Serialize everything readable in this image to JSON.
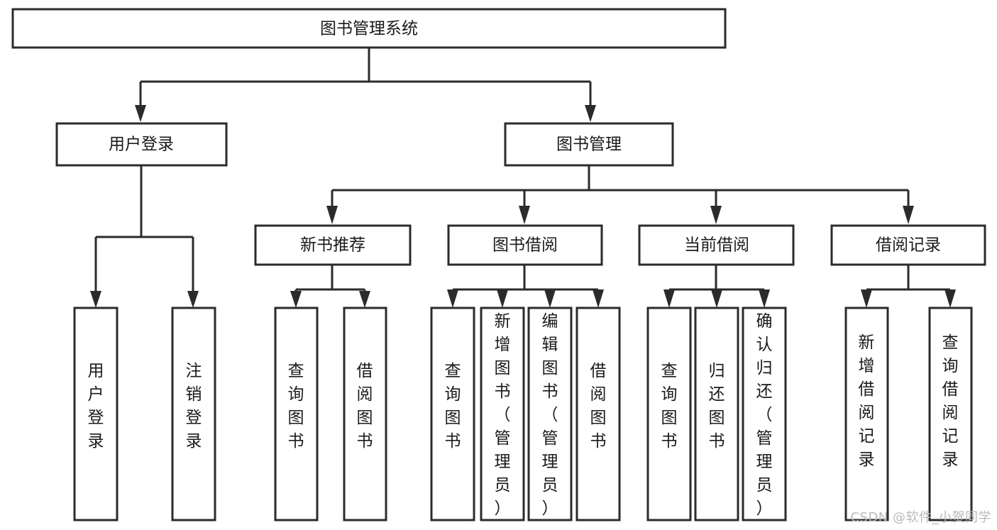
{
  "diagram": {
    "type": "tree-hierarchy-chart",
    "title": "图书管理系统",
    "orientation": "top-down",
    "colors": {
      "box_stroke": "#2b2b2b",
      "box_fill": "#ffffff",
      "connector": "#2b2b2b",
      "text": "#1a1a1a",
      "watermark": "#b9b9b9"
    },
    "nodes": {
      "root": {
        "label": "图书管理系统",
        "level": 1
      },
      "level2": [
        {
          "id": "user-login",
          "label": "用户登录"
        },
        {
          "id": "book-management",
          "label": "图书管理"
        }
      ],
      "level3": [
        {
          "id": "new-book-recommend",
          "label": "新书推荐",
          "parent": "book-management"
        },
        {
          "id": "book-borrow",
          "label": "图书借阅",
          "parent": "book-management"
        },
        {
          "id": "current-borrow",
          "label": "当前借阅",
          "parent": "book-management"
        },
        {
          "id": "borrow-record",
          "label": "借阅记录",
          "parent": "book-management"
        }
      ],
      "leaves": {
        "user-login": [
          {
            "id": "leaf-user-login",
            "label": "用户登录"
          },
          {
            "id": "leaf-user-logout",
            "label": "注销登录"
          }
        ],
        "new-book-recommend": [
          {
            "id": "leaf-query-book-1",
            "label": "查询图书"
          },
          {
            "id": "leaf-borrow-book-1",
            "label": "借阅图书"
          }
        ],
        "book-borrow": [
          {
            "id": "leaf-query-book-2",
            "label": "查询图书"
          },
          {
            "id": "leaf-add-book",
            "label": "新增图书（管理员）"
          },
          {
            "id": "leaf-edit-book",
            "label": "编辑图书（管理员）"
          },
          {
            "id": "leaf-borrow-book-2",
            "label": "借阅图书"
          }
        ],
        "current-borrow": [
          {
            "id": "leaf-query-book-3",
            "label": "查询图书"
          },
          {
            "id": "leaf-return-book",
            "label": "归还图书"
          },
          {
            "id": "leaf-confirm-return",
            "label": "确认归还（管理员）"
          }
        ],
        "borrow-record": [
          {
            "id": "leaf-add-record",
            "label": "新增借阅记录"
          },
          {
            "id": "leaf-query-record",
            "label": "查询借阅记录"
          }
        ]
      }
    },
    "watermark": "CSDN @软件_小贺同学"
  }
}
